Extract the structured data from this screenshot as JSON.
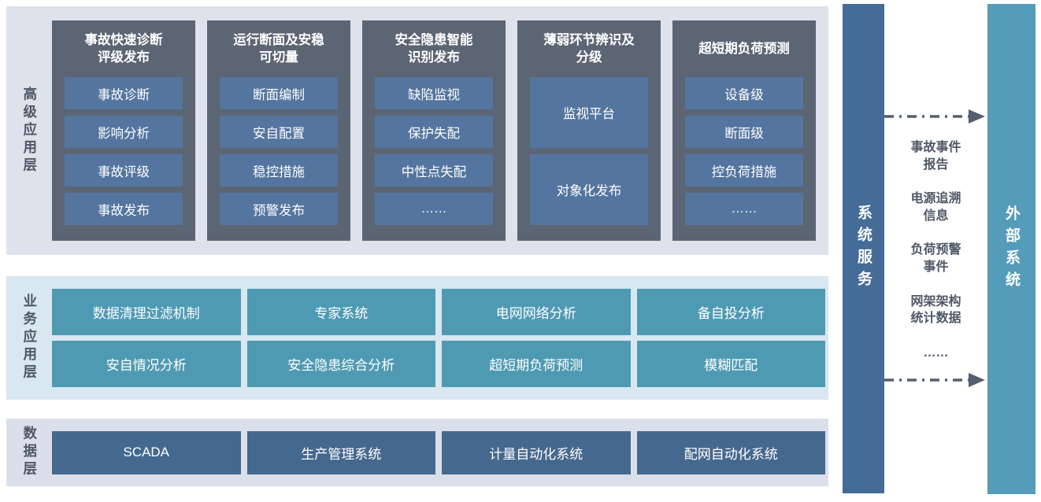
{
  "layers": {
    "advanced": {
      "label": "高级应用层",
      "panels": [
        {
          "title": "事故快速诊断\n评级发布",
          "items": [
            "事故诊断",
            "影响分析",
            "事故评级",
            "事故发布"
          ]
        },
        {
          "title": "运行断面及安稳\n可切量",
          "items": [
            "断面编制",
            "安自配置",
            "稳控措施",
            "预警发布"
          ]
        },
        {
          "title": "安全隐患智能\n识别发布",
          "items": [
            "缺陷监视",
            "保护失配",
            "中性点失配",
            "……"
          ]
        },
        {
          "title": "薄弱环节辨识及\n分级",
          "items": [
            "监视平台",
            "对象化发布"
          ]
        },
        {
          "title": "超短期负荷预测",
          "items": [
            "设备级",
            "断面级",
            "控负荷措施",
            "……"
          ]
        }
      ]
    },
    "business": {
      "label": "业务应用层",
      "items": [
        "数据清理过滤机制",
        "专家系统",
        "电网网络分析",
        "备自投分析",
        "安自情况分析",
        "安全隐患综合分析",
        "超短期负荷预测",
        "模糊匹配"
      ]
    },
    "data": {
      "label": "数据层",
      "items": [
        "SCADA",
        "生产管理系统",
        "计量自动化系统",
        "配网自动化系统"
      ]
    }
  },
  "system_services_bar": {
    "label": "系统服务"
  },
  "external_systems_bar": {
    "label": "外部系统"
  },
  "exchange": {
    "items": [
      "事故事件\n报告",
      "电源追溯\n信息",
      "负荷预警\n事件",
      "网架架构\n统计数据",
      "……"
    ]
  },
  "colors": {
    "band_advanced_bg": "#dee2eb",
    "band_business_bg": "#d8e7f0",
    "band_data_bg": "#dbdfe9",
    "panel_bg": "#5c6573",
    "panel_item_bg": "#54759f",
    "business_item_bg": "#4f9ab3",
    "data_item_bg": "#45688e",
    "system_bar_bg": "#456c97",
    "external_bar_bg": "#549cba",
    "label_text": "#4e5866",
    "arrow": "#565f6e"
  }
}
